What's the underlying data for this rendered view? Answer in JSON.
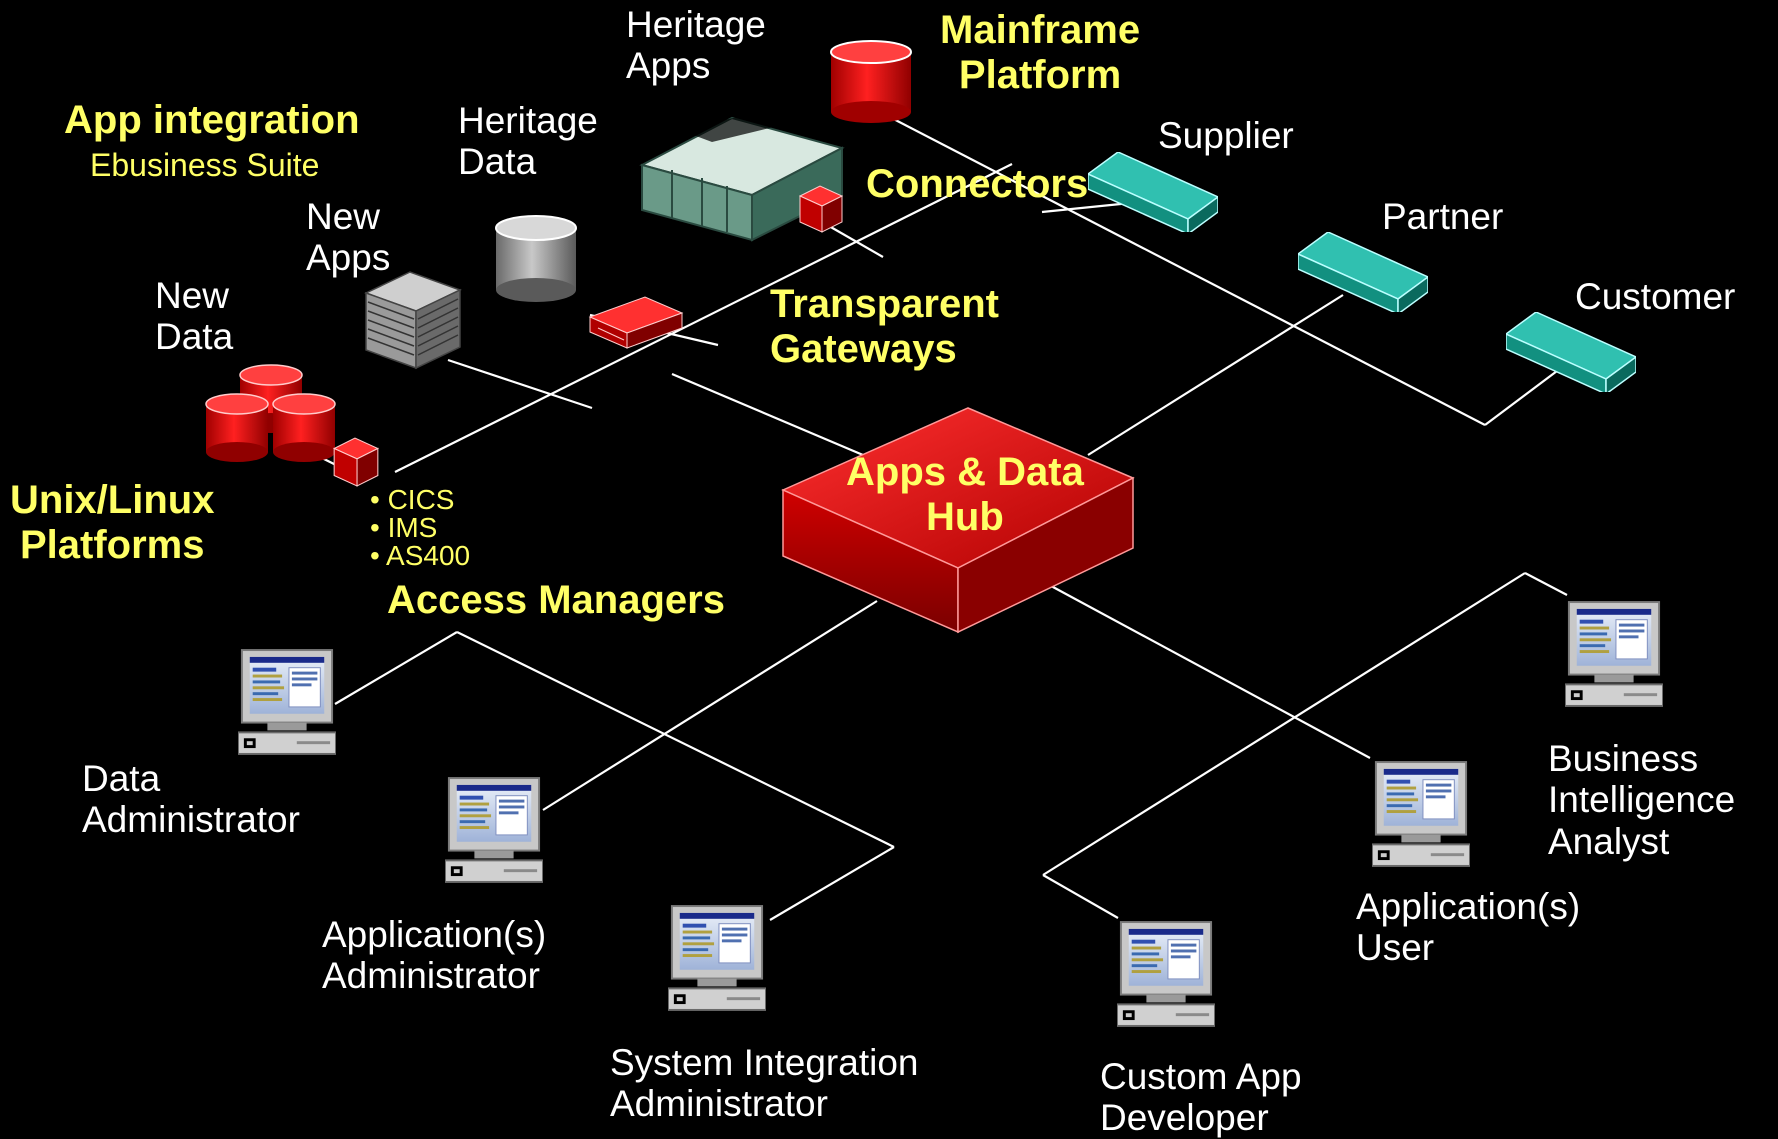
{
  "hub": {
    "label_line1": "Apps & Data",
    "label_line2": "Hub"
  },
  "top": {
    "heritage_apps": [
      "Heritage",
      "Apps"
    ],
    "mainframe_platform": [
      "Mainframe",
      "Platform"
    ],
    "heritage_data": [
      "Heritage",
      "Data"
    ],
    "new_apps": [
      "New",
      "Apps"
    ],
    "new_data": [
      "New",
      "Data"
    ],
    "app_integration": "App integration",
    "ebusiness_suite": "Ebusiness Suite",
    "connectors": "Connectors",
    "transparent_gateways": [
      "Transparent",
      "Gateways"
    ],
    "unix_linux_platforms": [
      "Unix/Linux",
      "Platforms"
    ],
    "access_managers": "Access Managers",
    "access_list": [
      "• CICS",
      "• IMS",
      "• AS400"
    ]
  },
  "partners": {
    "supplier": "Supplier",
    "partner": "Partner",
    "customer": "Customer"
  },
  "users": {
    "data_admin": [
      "Data",
      "Administrator"
    ],
    "app_admin": [
      "Application(s)",
      "Administrator"
    ],
    "sys_int_admin": [
      "System Integration",
      "Administrator"
    ],
    "custom_dev": [
      "Custom App",
      "Developer"
    ],
    "app_user": [
      "Application(s)",
      "User"
    ],
    "bi_analyst": [
      "Business",
      "Intelligence",
      "Analyst"
    ]
  },
  "colors": {
    "background": "#000000",
    "accent_yellow": "#ffff66",
    "hub_red": "#cc0000",
    "teal": "#22a898",
    "lines": "#ffffff"
  }
}
